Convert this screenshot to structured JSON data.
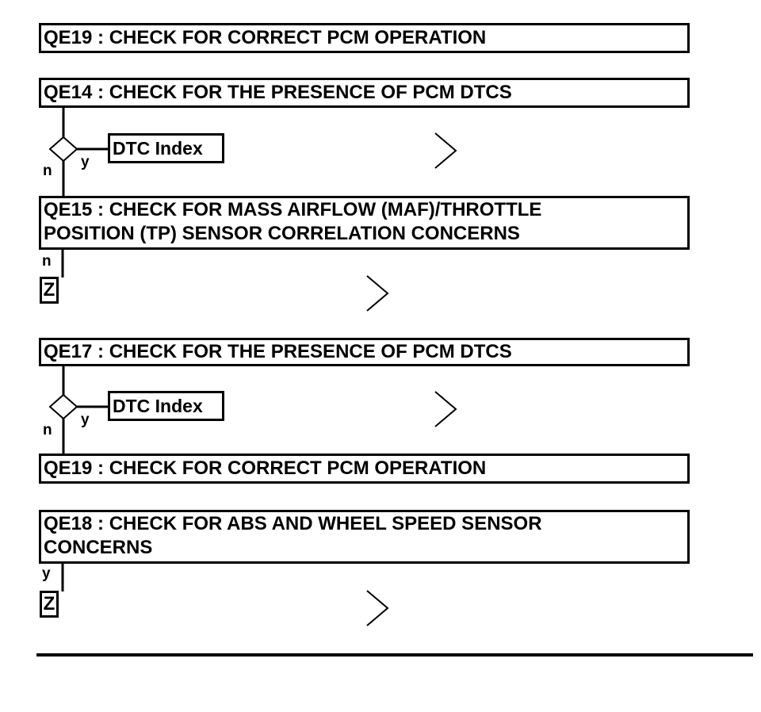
{
  "steps": {
    "s1": "QE19 : CHECK FOR CORRECT PCM OPERATION",
    "s2": "QE14 : CHECK FOR THE PRESENCE OF PCM DTCS",
    "s3_line1": "QE15 : CHECK FOR MASS AIRFLOW (MAF)/THROTTLE",
    "s3_line2": "POSITION (TP) SENSOR CORRELATION CONCERNS",
    "s4": "QE17 : CHECK FOR THE PRESENCE OF PCM DTCS",
    "s5": "QE19 : CHECK FOR CORRECT PCM OPERATION",
    "s6_line1": "QE18 : CHECK FOR ABS AND WHEEL SPEED SENSOR",
    "s6_line2": "CONCERNS"
  },
  "branches": {
    "dtc_link_1": "DTC Index",
    "dtc_link_2": "DTC Index",
    "yes_1": "y",
    "no_1": "n",
    "no_2": "n",
    "yes_2": "y",
    "no_3": "n",
    "yes_3": "y"
  },
  "terminals": {
    "z1": "Z",
    "z2": "Z"
  },
  "icons": {
    "decision": "diamond-icon",
    "expand": "chevron-right-icon"
  }
}
